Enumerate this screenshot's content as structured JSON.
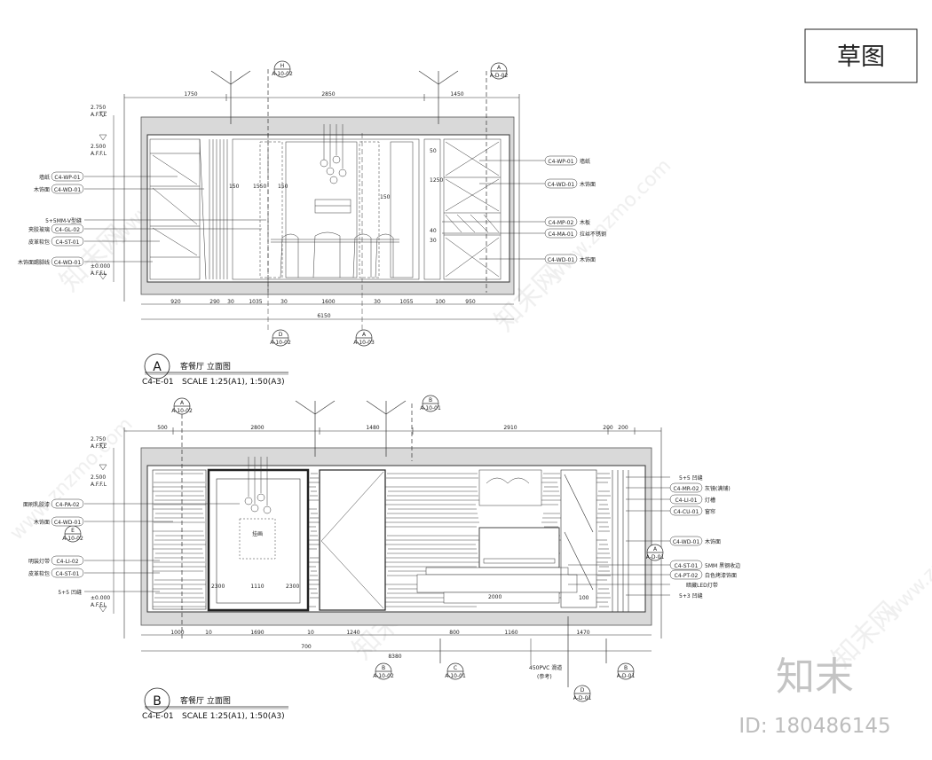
{
  "stamp": {
    "label": "草图"
  },
  "watermark": {
    "brand": "知末",
    "id_text": "ID: 180486145",
    "site": "www.znzmo.com",
    "tile_text": "知末网"
  },
  "elevation_a": {
    "marker_letter": "A",
    "sheet_code": "C4-E-01",
    "title": "客餐厅  立面图",
    "scale": "SCALE 1:25(A1), 1:50(A3)",
    "top_dims": [
      "1750",
      "2850",
      "1450"
    ],
    "bottom_dims": [
      "920",
      "290",
      "30",
      "1035",
      "30",
      "1600",
      "30",
      "1055",
      "100",
      "950"
    ],
    "total_dim": "6150",
    "level_labels": [
      {
        "text": "2.750",
        "sub": "A.F.F.L"
      },
      {
        "text": "2.500",
        "sub": "A.F.F.L"
      },
      {
        "text": "±0.000",
        "sub": "A.F.F.L"
      }
    ],
    "section_marks": [
      {
        "letter": "H",
        "code": "A-10-02"
      },
      {
        "letter": "A",
        "code": "A-D-02"
      },
      {
        "letter": "D",
        "code": "A-10-02"
      },
      {
        "letter": "A",
        "code": "A-10-03"
      }
    ],
    "left_callouts": [
      {
        "desc": "墙纸",
        "code": "C4-WP-01"
      },
      {
        "desc": "木饰面",
        "code": "C4-WD-01"
      },
      {
        "desc": "5+5MM-V型缝",
        "code": ""
      },
      {
        "desc": "夹胶玻璃",
        "code": "C4-GL-02"
      },
      {
        "desc": "皮革软包",
        "code": "C4-ST-01"
      },
      {
        "desc": "木饰面踢脚线",
        "code": "C4-WD-01"
      }
    ],
    "right_callouts": [
      {
        "code": "C4-WP-01",
        "desc": "墙纸"
      },
      {
        "code": "C4-WD-01",
        "desc": "木饰面"
      },
      {
        "code": "C4-MP-02",
        "desc": "木板"
      },
      {
        "code": "C4-MA-01",
        "desc": "拉丝不锈钢"
      },
      {
        "code": "C4-WD-01",
        "desc": "木饰面"
      }
    ],
    "inner_dims": [
      "150",
      "1550",
      "150",
      "150",
      "50",
      "1250",
      "40",
      "30"
    ]
  },
  "elevation_b": {
    "marker_letter": "B",
    "sheet_code": "C4-E-01",
    "title": "客餐厅  立面图",
    "scale": "SCALE 1:25(A1), 1:50(A3)",
    "top_dims": [
      "500",
      "2800",
      "1480",
      "2910",
      "200",
      "200"
    ],
    "bottom_dims": [
      "1000",
      "10",
      "1690",
      "10",
      "1240",
      "800",
      "1160",
      "1470"
    ],
    "total_dim": "8380",
    "sub_total": "700",
    "level_labels": [
      {
        "text": "2.750",
        "sub": "A.F.F.L"
      },
      {
        "text": "2.500",
        "sub": "A.F.F.L"
      },
      {
        "text": "±0.000",
        "sub": "A.F.F.L"
      }
    ],
    "section_marks": [
      {
        "letter": "A",
        "code": "A-10-02"
      },
      {
        "letter": "B",
        "code": "A-10-01"
      },
      {
        "letter": "E",
        "code": "A-10-02"
      },
      {
        "letter": "A",
        "code": "A-D-01"
      },
      {
        "letter": "B",
        "code": "A-10-02"
      },
      {
        "letter": "C",
        "code": "A-10-01"
      },
      {
        "letter": "D",
        "code": "A-D-01"
      },
      {
        "letter": "B",
        "code": "A-D-01"
      }
    ],
    "left_callouts": [
      {
        "desc": "面刷乳胶漆",
        "code": "C4-PA-02"
      },
      {
        "desc": "木饰面",
        "code": "C4-WD-01"
      },
      {
        "desc": "明装灯带",
        "code": "C4-LI-02"
      },
      {
        "desc": "皮革软包",
        "code": "C4-ST-01"
      },
      {
        "desc": "5+5 凹缝",
        "code": ""
      }
    ],
    "right_callouts": [
      {
        "code": "",
        "desc": "5+5 凹缝"
      },
      {
        "code": "C4-MR-02",
        "desc": "灰镜(满铺)"
      },
      {
        "code": "C4-LI-01",
        "desc": "灯槽"
      },
      {
        "code": "C4-CU-01",
        "desc": "窗帘"
      },
      {
        "code": "C4-WD-01",
        "desc": "木饰面"
      },
      {
        "code": "C4-ST-01",
        "desc": "5MM 黑钢收边"
      },
      {
        "code": "C4-PT-02",
        "desc": "白色烤漆饰面"
      },
      {
        "code": "",
        "desc": "暗藏LED灯带"
      },
      {
        "code": "",
        "desc": "5+3 凹缝"
      }
    ],
    "inner_labels": [
      "1110",
      "2300",
      "2300",
      "挂画",
      "2000",
      "100"
    ],
    "bottom_note": {
      "text": "450PVC 滑道",
      "sub": "(参考)"
    }
  }
}
